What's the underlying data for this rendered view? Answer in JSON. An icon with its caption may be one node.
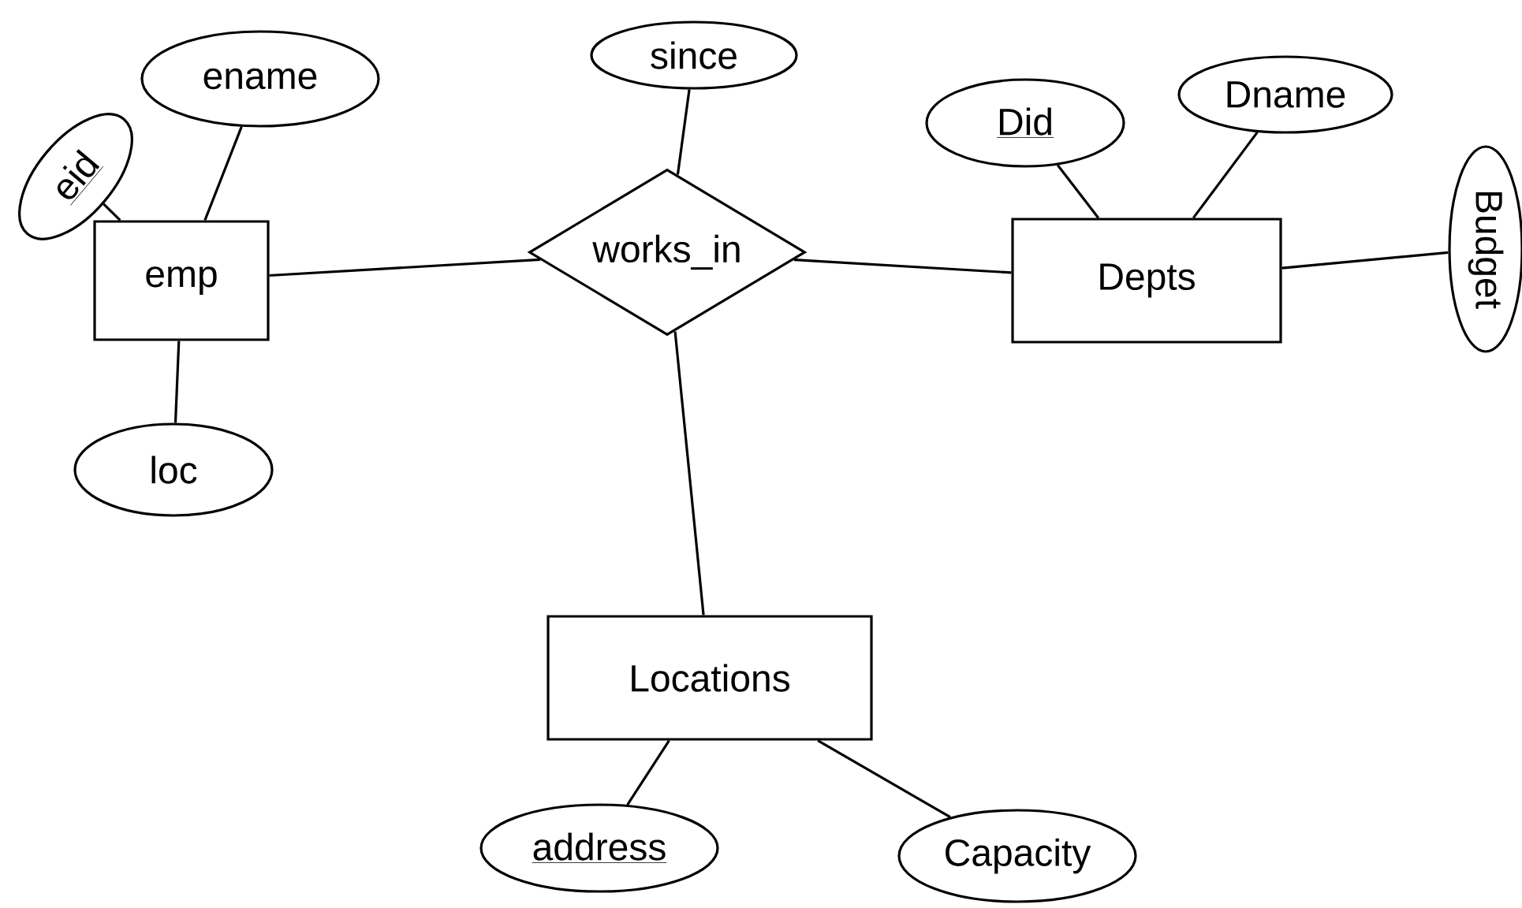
{
  "diagram": {
    "nodes": [
      {
        "text": [
          "ename"
        ]
      },
      {
        "text": [
          "since"
        ]
      },
      {
        "text": [
          "Did"
        ]
      },
      {
        "text": [
          "Dname"
        ]
      },
      {
        "text": [
          "eid"
        ]
      },
      {
        "text": [
          "emp"
        ]
      },
      {
        "text": [
          "works_in"
        ]
      },
      {
        "text": [
          "Depts"
        ]
      },
      {
        "text": [
          "Budget"
        ]
      },
      {
        "text": [
          "loc"
        ]
      },
      {
        "text": [
          "Locations"
        ]
      },
      {
        "text": [
          "address"
        ]
      },
      {
        "text": [
          "Capacity"
        ]
      }
    ],
    "edges": [
      {
        "from": 5,
        "to": 4,
        "arrow": "none"
      },
      {
        "from": 5,
        "to": 0,
        "arrow": "none"
      },
      {
        "from": 5,
        "to": 9,
        "arrow": "none"
      },
      {
        "from": 5,
        "to": 6,
        "arrow": "none"
      },
      {
        "from": 6,
        "to": 1,
        "arrow": "none"
      },
      {
        "from": 6,
        "to": 7,
        "arrow": "none"
      },
      {
        "from": 7,
        "to": 2,
        "arrow": "none"
      },
      {
        "from": 7,
        "to": 3,
        "arrow": "none"
      },
      {
        "from": 7,
        "to": 8,
        "arrow": "none"
      },
      {
        "from": 6,
        "to": 10,
        "arrow": "none"
      },
      {
        "from": 10,
        "to": 11,
        "arrow": "none"
      },
      {
        "from": 10,
        "to": 12,
        "arrow": "none"
      }
    ]
  }
}
